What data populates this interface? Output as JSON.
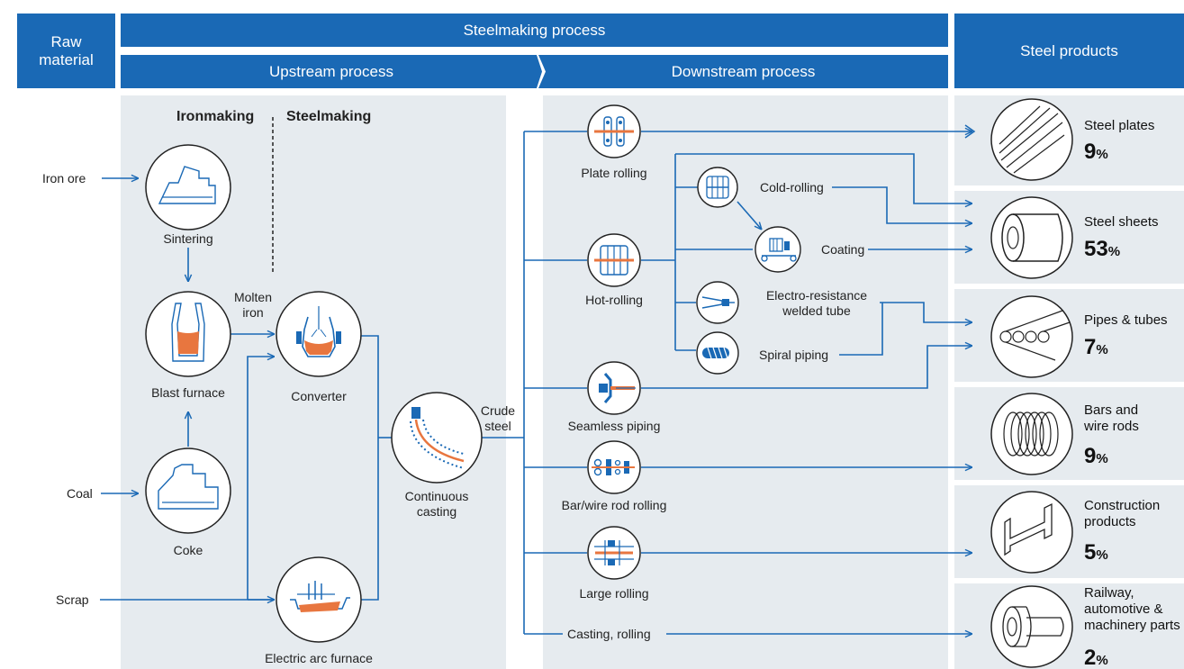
{
  "colors": {
    "header": "#1a69b5",
    "panel": "#e6ebef",
    "line": "#1a69b5",
    "accent": "#e8763f"
  },
  "headers": {
    "raw_material": "Raw material",
    "steelmaking_process": "Steelmaking process",
    "upstream": "Upstream process",
    "downstream": "Downstream process",
    "steel_products": "Steel products"
  },
  "upstream": {
    "ironmaking": "Ironmaking",
    "steelmaking": "Steelmaking",
    "iron_ore": "Iron ore",
    "coal": "Coal",
    "scrap": "Scrap",
    "sintering": "Sintering",
    "blast_furnace": "Blast furnace",
    "coke": "Coke",
    "molten_iron": "Molten iron",
    "converter": "Converter",
    "eaf": "Electric arc furnace",
    "continuous_casting": "Continuous casting",
    "crude_steel": "Crude steel"
  },
  "downstream": {
    "plate_rolling": "Plate rolling",
    "hot_rolling": "Hot-rolling",
    "cold_rolling": "Cold-rolling",
    "coating": "Coating",
    "erw_tube": "Electro-resistance welded tube",
    "spiral_piping": "Spiral piping",
    "seamless_piping": "Seamless piping",
    "bar_wire_rolling": "Bar/wire rod rolling",
    "large_rolling": "Large rolling",
    "casting_rolling": "Casting, rolling"
  },
  "products": [
    {
      "name": "Steel plates",
      "pct": "9",
      "icon": "steel-plates-icon"
    },
    {
      "name": "Steel sheets",
      "pct": "53",
      "icon": "steel-coil-icon"
    },
    {
      "name": "Pipes & tubes",
      "pct": "7",
      "icon": "pipes-icon"
    },
    {
      "name": "Bars and wire rods",
      "pct": "9",
      "icon": "wire-coil-icon"
    },
    {
      "name": "Construction products",
      "pct": "5",
      "icon": "h-beam-icon"
    },
    {
      "name": "Railway, automotive & machinery parts",
      "pct": "2",
      "icon": "wheel-axle-icon"
    }
  ],
  "pct_unit": "%"
}
